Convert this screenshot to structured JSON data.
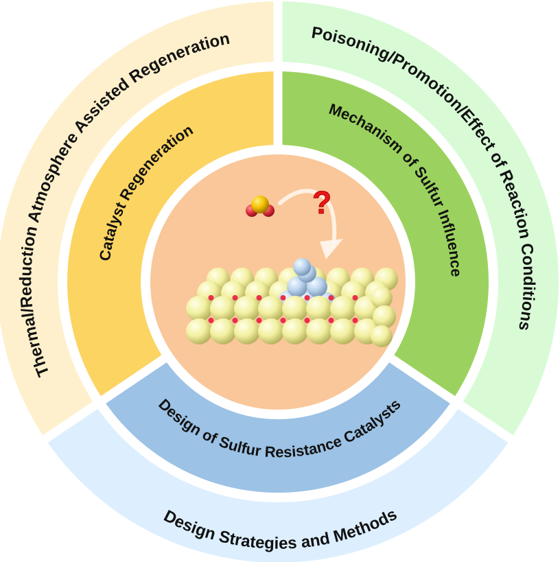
{
  "title": "Sulfur influence on catalysts overview",
  "colors": {
    "background": "#ffffff",
    "gap": "#ffffff",
    "center": "#F9C799",
    "regeneration_outer": "#FEF0CC",
    "regeneration_inner": "#FCD462",
    "mechanism_outer": "#D8FBD6",
    "mechanism_inner": "#9BD25F",
    "design_outer": "#DDEFFE",
    "design_inner": "#9CC2E5",
    "support_atom": "#F2F0A0",
    "lattice_oxygen": "#E8304A",
    "metal_cluster": "#B8D2EC",
    "sulfur_atom": "#F2C000",
    "oxygen_atom": "#E0303A",
    "question_mark": "#E81818",
    "arrow": "#FFF4EC"
  },
  "segments": [
    {
      "id": "regeneration",
      "inner_label": "Catalyst Regeneration",
      "outer_label": "Thermal/Reduction Atmosphere Assisted Regeneration"
    },
    {
      "id": "mechanism",
      "inner_label": "Mechanism of Sulfur Influence",
      "outer_label": "Poisoning/Promotion/Effect of Reaction Conditions"
    },
    {
      "id": "design",
      "inner_label": "Design of Sulfur Resistance Catalysts",
      "outer_label": "Design Strategies and Methods"
    }
  ],
  "center": {
    "question_mark": "?",
    "molecule": "SO2",
    "surface": "metal cluster on oxide support"
  }
}
